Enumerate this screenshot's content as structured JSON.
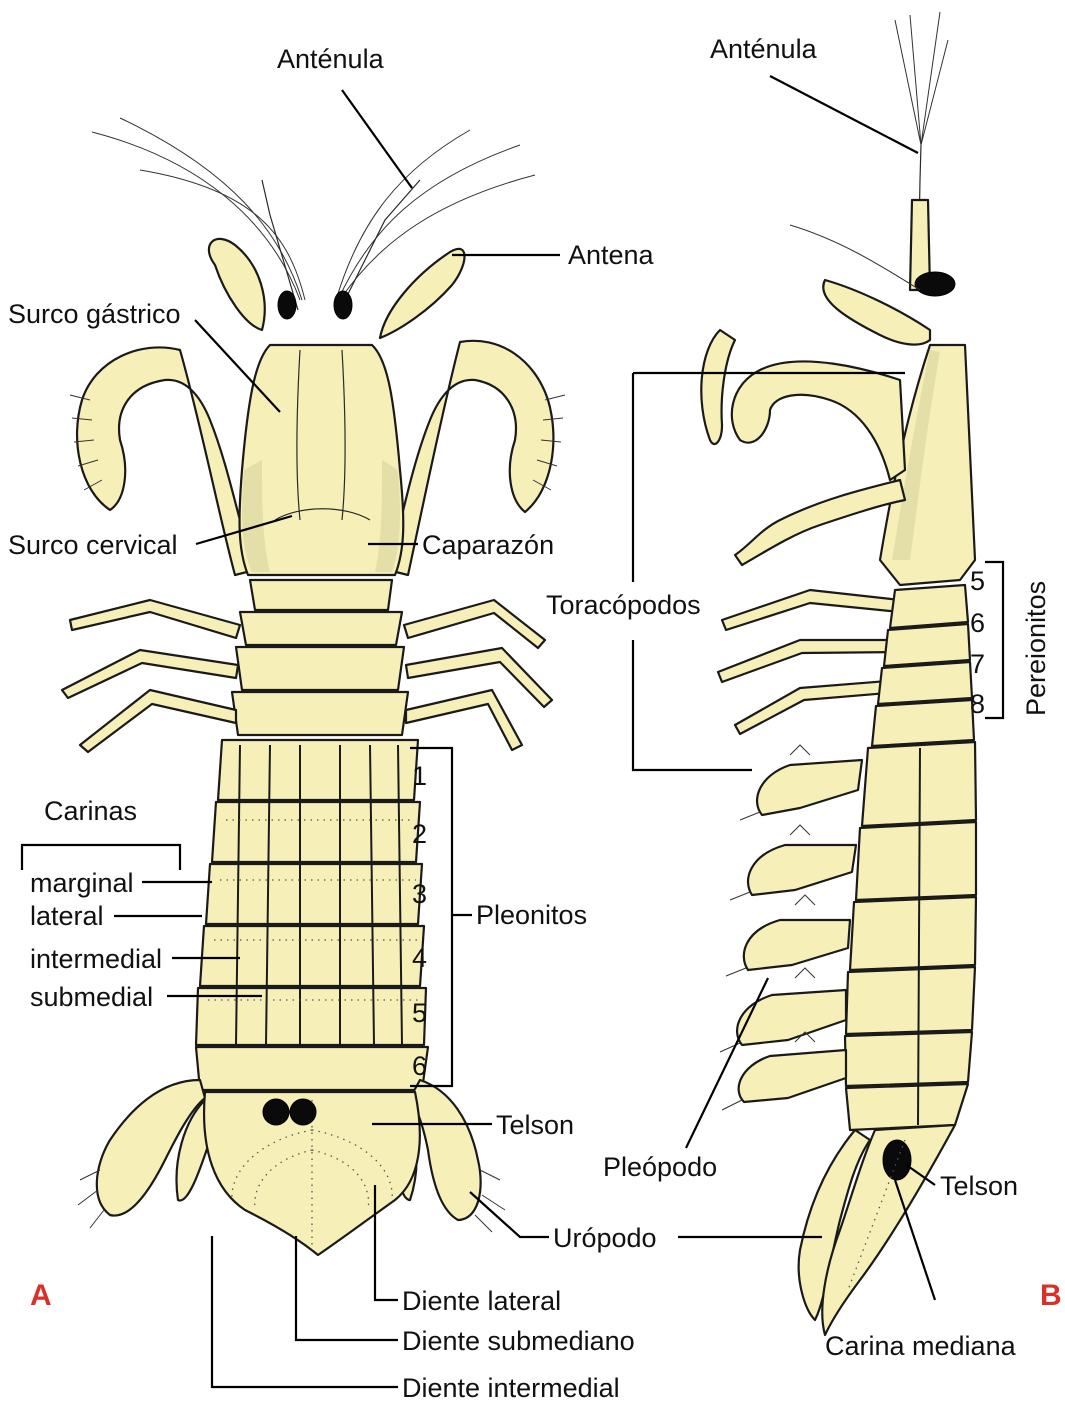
{
  "colors": {
    "body": "#f6f0b8",
    "outline": "#1a1a1a",
    "panel_letter": "#d9302a"
  },
  "panel_a": {
    "letter": "A",
    "labels": {
      "antennula": "Anténula",
      "surco_gastrico": "Surco gástrico",
      "surco_cervical": "Surco cervical",
      "caparazon": "Caparazón",
      "antena": "Antena",
      "carinas": "Carinas",
      "marginal": "marginal",
      "lateral": "lateral",
      "intermedial": "intermedial",
      "submedial": "submedial",
      "pleonitos": "Pleonitos",
      "telson": "Telson",
      "uropodo": "Urópodo",
      "diente_lateral": "Diente lateral",
      "diente_submediano": "Diente submediano",
      "diente_intermedial": "Diente intermedial"
    },
    "pleonito_numbers": [
      "1",
      "2",
      "3",
      "4",
      "5",
      "6"
    ]
  },
  "panel_b": {
    "letter": "B",
    "labels": {
      "antennula": "Anténula",
      "toracopodos": "Toracópodos",
      "pereionitos": "Pereionitos",
      "pleopodo": "Pleópodo",
      "telson": "Telson",
      "carina_mediana": "Carina mediana"
    },
    "pereionito_numbers": [
      "5",
      "6",
      "7",
      "8"
    ]
  }
}
